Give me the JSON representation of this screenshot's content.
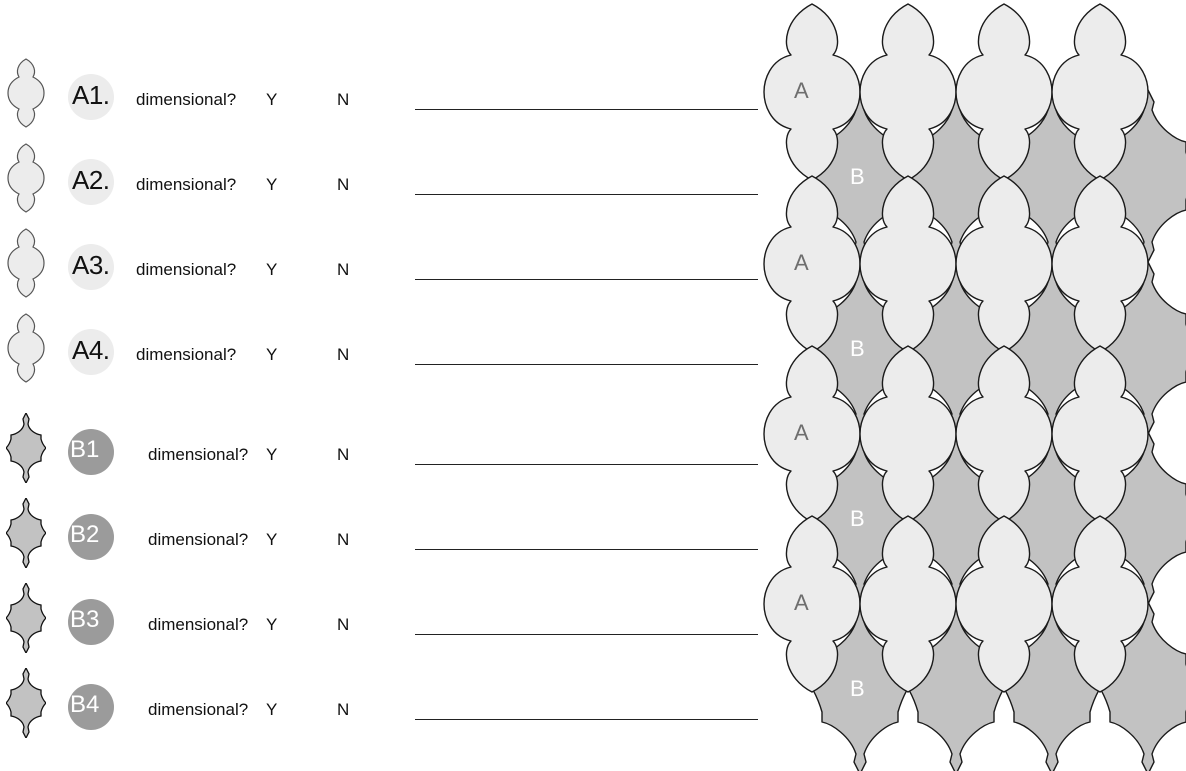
{
  "rows": [
    {
      "code": "A1.",
      "type": "A",
      "question": "dimensional?",
      "yes": "Y",
      "no": "N"
    },
    {
      "code": "A2.",
      "type": "A",
      "question": "dimensional?",
      "yes": "Y",
      "no": "N"
    },
    {
      "code": "A3.",
      "type": "A",
      "question": "dimensional?",
      "yes": "Y",
      "no": "N"
    },
    {
      "code": "A4.",
      "type": "A",
      "question": "dimensional?",
      "yes": "Y",
      "no": "N"
    },
    {
      "code": "B1",
      "type": "B",
      "question": "dimensional?",
      "yes": "Y",
      "no": "N"
    },
    {
      "code": "B2",
      "type": "B",
      "question": "dimensional?",
      "yes": "Y",
      "no": "N"
    },
    {
      "code": "B3",
      "type": "B",
      "question": "dimensional?",
      "yes": "Y",
      "no": "N"
    },
    {
      "code": "B4",
      "type": "B",
      "question": "dimensional?",
      "yes": "Y",
      "no": "N"
    }
  ],
  "pattern": {
    "tile_a_label": "A",
    "tile_b_label": "B",
    "colors": {
      "tile_a": "#ececec",
      "tile_b": "#c2c2c2",
      "stroke": "#1a1a1a"
    }
  }
}
